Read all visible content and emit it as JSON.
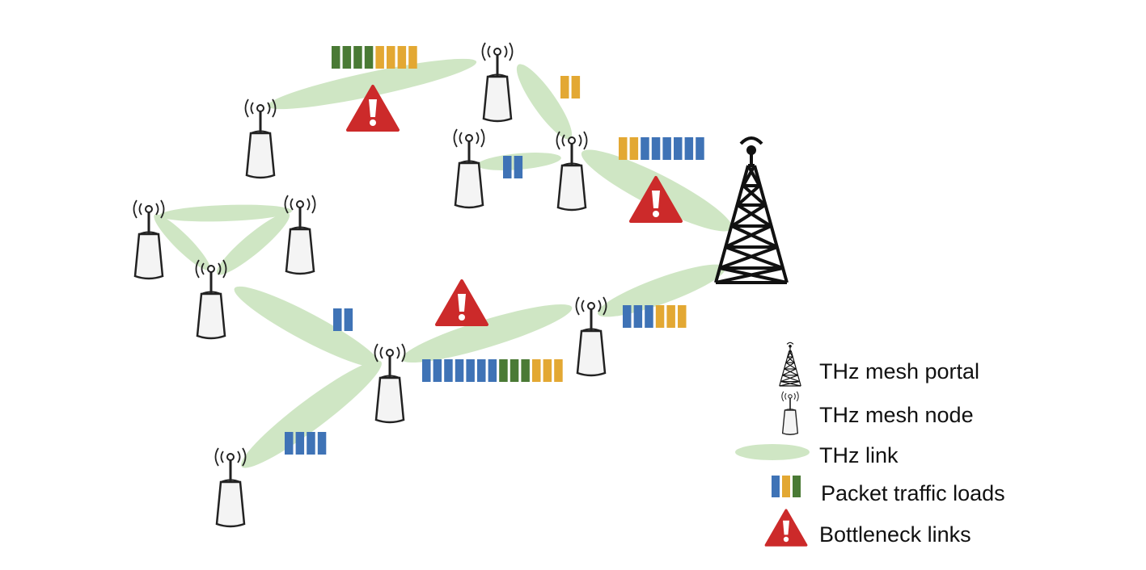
{
  "colors": {
    "background": "#ffffff",
    "link": "#cfe6c4",
    "packet_blue": "#3f73b6",
    "packet_orange": "#e3a833",
    "packet_green": "#4a7a35",
    "warning_red": "#cc2a2a",
    "warning_mark": "#ffffff",
    "node_fill": "#f4f4f4",
    "node_stroke": "#222222",
    "tower": "#111111"
  },
  "legend": {
    "portal_icon": "tower-icon",
    "portal_label": "THz mesh portal",
    "node_icon": "antenna-node-icon",
    "node_label": "THz mesh node",
    "link_icon": "link-ellipse-icon",
    "link_label": "THz link",
    "traffic_icon": "packet-bars-icon",
    "traffic_label": "Packet traffic loads",
    "bottleneck_icon": "warning-triangle-icon",
    "bottleneck_label": "Bottleneck links"
  },
  "traffic_queues": [
    {
      "link": "top-left-to-top-center",
      "packets": [
        "green",
        "green",
        "green",
        "green",
        "orange",
        "orange",
        "orange",
        "orange"
      ]
    },
    {
      "link": "top-center-to-middle-right",
      "packets": [
        "orange",
        "orange"
      ]
    },
    {
      "link": "middle-left-to-middle-right",
      "packets": [
        "blue",
        "blue"
      ]
    },
    {
      "link": "middle-right-to-portal",
      "packets": [
        "orange",
        "orange",
        "blue",
        "blue",
        "blue",
        "blue",
        "blue",
        "blue"
      ]
    },
    {
      "link": "left-bottom-to-center",
      "packets": [
        "blue",
        "blue"
      ]
    },
    {
      "link": "center-to-right",
      "packets": [
        "blue",
        "blue",
        "blue",
        "blue",
        "blue",
        "blue",
        "blue",
        "green",
        "green",
        "green",
        "orange",
        "orange",
        "orange"
      ]
    },
    {
      "link": "right-to-portal",
      "packets": [
        "blue",
        "blue",
        "blue",
        "orange",
        "orange",
        "orange"
      ]
    },
    {
      "link": "bottom-left-to-center",
      "packets": [
        "blue",
        "blue",
        "blue",
        "blue"
      ]
    }
  ],
  "bottlenecks": [
    "top-left-to-top-center",
    "middle-right-to-portal",
    "center-to-right"
  ]
}
